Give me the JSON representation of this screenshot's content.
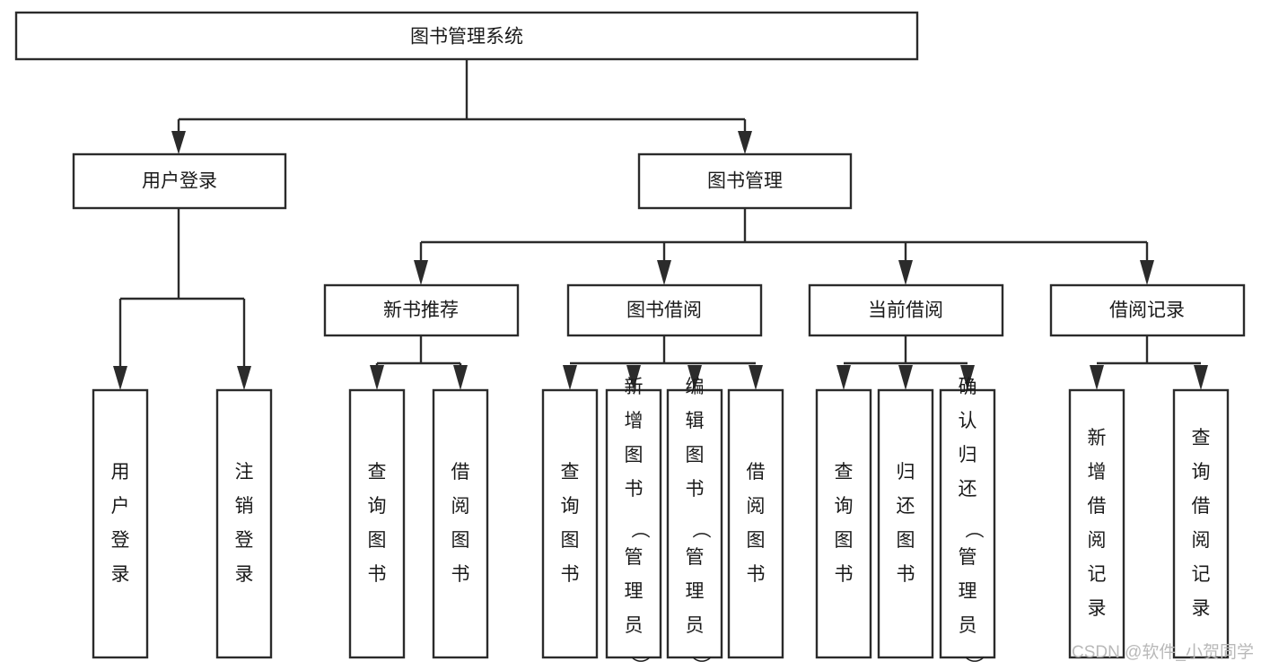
{
  "diagram": {
    "kind": "function-structure-tree",
    "title_text": "图书管理系统",
    "colors": {
      "background": "#ffffff",
      "box_fill": "#ffffff",
      "line": "#2b2b2b",
      "text": "#1a1a1a",
      "watermark": "#b9b9b9"
    },
    "root": {
      "label": "图书管理系统"
    },
    "level2": [
      {
        "label": "用户登录"
      },
      {
        "label": "图书管理"
      }
    ],
    "level3": [
      {
        "label": "新书推荐"
      },
      {
        "label": "图书借阅"
      },
      {
        "label": "当前借阅"
      },
      {
        "label": "借阅记录"
      }
    ],
    "leaves": {
      "user_login": [
        {
          "label": "用户登录",
          "chars": [
            "用",
            "户",
            "登",
            "录"
          ]
        },
        {
          "label": "注销登录",
          "chars": [
            "注",
            "销",
            "登",
            "录"
          ]
        }
      ],
      "new_book_recommend": [
        {
          "label": "查询图书",
          "chars": [
            "查",
            "询",
            "图",
            "书"
          ]
        },
        {
          "label": "借阅图书",
          "chars": [
            "借",
            "阅",
            "图",
            "书"
          ]
        }
      ],
      "book_borrow": [
        {
          "label": "查询图书",
          "chars": [
            "查",
            "询",
            "图",
            "书"
          ]
        },
        {
          "label": "新增图书（管理员）",
          "chars": [
            "新",
            "增",
            "图",
            "书",
            "（",
            "管",
            "理",
            "员",
            "）"
          ]
        },
        {
          "label": "编辑图书（管理员）",
          "chars": [
            "编",
            "辑",
            "图",
            "书",
            "（",
            "管",
            "理",
            "员",
            "）"
          ]
        },
        {
          "label": "借阅图书",
          "chars": [
            "借",
            "阅",
            "图",
            "书"
          ]
        }
      ],
      "current_borrow": [
        {
          "label": "查询图书",
          "chars": [
            "查",
            "询",
            "图",
            "书"
          ]
        },
        {
          "label": "归还图书",
          "chars": [
            "归",
            "还",
            "图",
            "书"
          ]
        },
        {
          "label": "确认归还（管理员）",
          "chars": [
            "确",
            "认",
            "归",
            "还",
            "（",
            "管",
            "理",
            "员",
            "）"
          ]
        }
      ],
      "borrow_record": [
        {
          "label": "新增借阅记录",
          "chars": [
            "新",
            "增",
            "借",
            "阅",
            "记",
            "录"
          ]
        },
        {
          "label": "查询借阅记录",
          "chars": [
            "查",
            "询",
            "借",
            "阅",
            "记",
            "录"
          ]
        }
      ]
    },
    "watermark": "CSDN @软件_小贺同学"
  }
}
